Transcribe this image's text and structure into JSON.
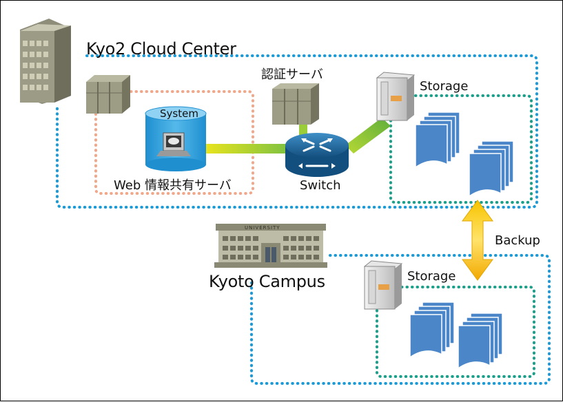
{
  "diagram": {
    "cloud_center": {
      "label": "Kyo2 Cloud Center"
    },
    "campus": {
      "label": "Kyoto Campus",
      "building_sign": "UNIVERSITY"
    },
    "web_server": {
      "label": "Web 情報共有サーバ",
      "system_label": "System"
    },
    "auth_server": {
      "label": "認証サーバ"
    },
    "switch": {
      "label": "Switch"
    },
    "storage_cloud": {
      "label": "Storage"
    },
    "storage_campus": {
      "label": "Storage"
    },
    "backup": {
      "label": "Backup"
    },
    "colors": {
      "cloud_border": "#1a9ad6",
      "campus_border": "#1a9ad6",
      "web_box_border": "#f0a78a",
      "storage_box_border": "#1aa08a",
      "link_green": "#8cc63f",
      "link_yellow": "#e6e01a",
      "backup_arrow": "#f2b400",
      "switch_blue": "#1d6fa5",
      "document_blue": "#4a86c8"
    }
  }
}
